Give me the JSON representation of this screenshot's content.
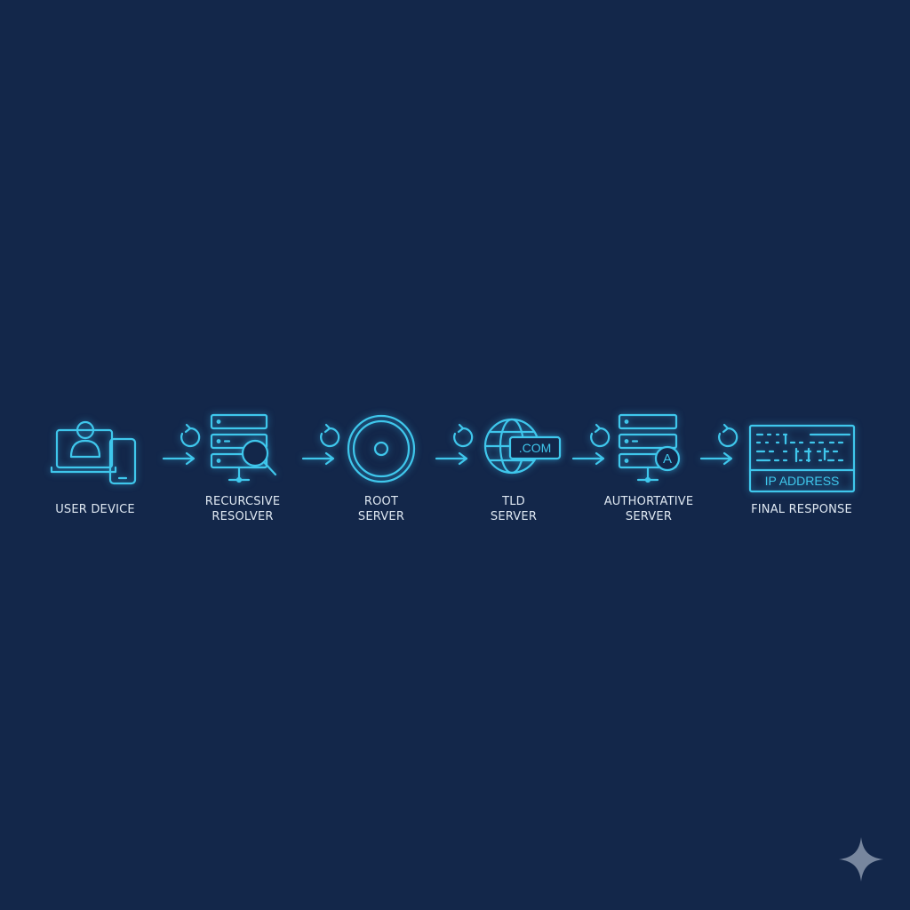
{
  "steps": [
    {
      "id": "user-device",
      "lines": [
        "USER DEVICE"
      ]
    },
    {
      "id": "recursive-resolver",
      "lines": [
        "RECURCSIVE",
        "RESOLVER"
      ]
    },
    {
      "id": "root-server",
      "lines": [
        "ROOT",
        "SERVER"
      ]
    },
    {
      "id": "tld-server",
      "lines": [
        "TLD",
        "SERVER"
      ],
      "badge": ".COM"
    },
    {
      "id": "authoritative-server",
      "lines": [
        "AUTHORTATIVE",
        "SERVER"
      ],
      "badge": "A"
    },
    {
      "id": "final-response",
      "lines": [
        "FINAL RESPONSE"
      ],
      "badge": "IP ADDRESS"
    }
  ],
  "colors": {
    "background": "#13274a",
    "accent": "#3fc7ec",
    "label": "#dfe8f2"
  }
}
